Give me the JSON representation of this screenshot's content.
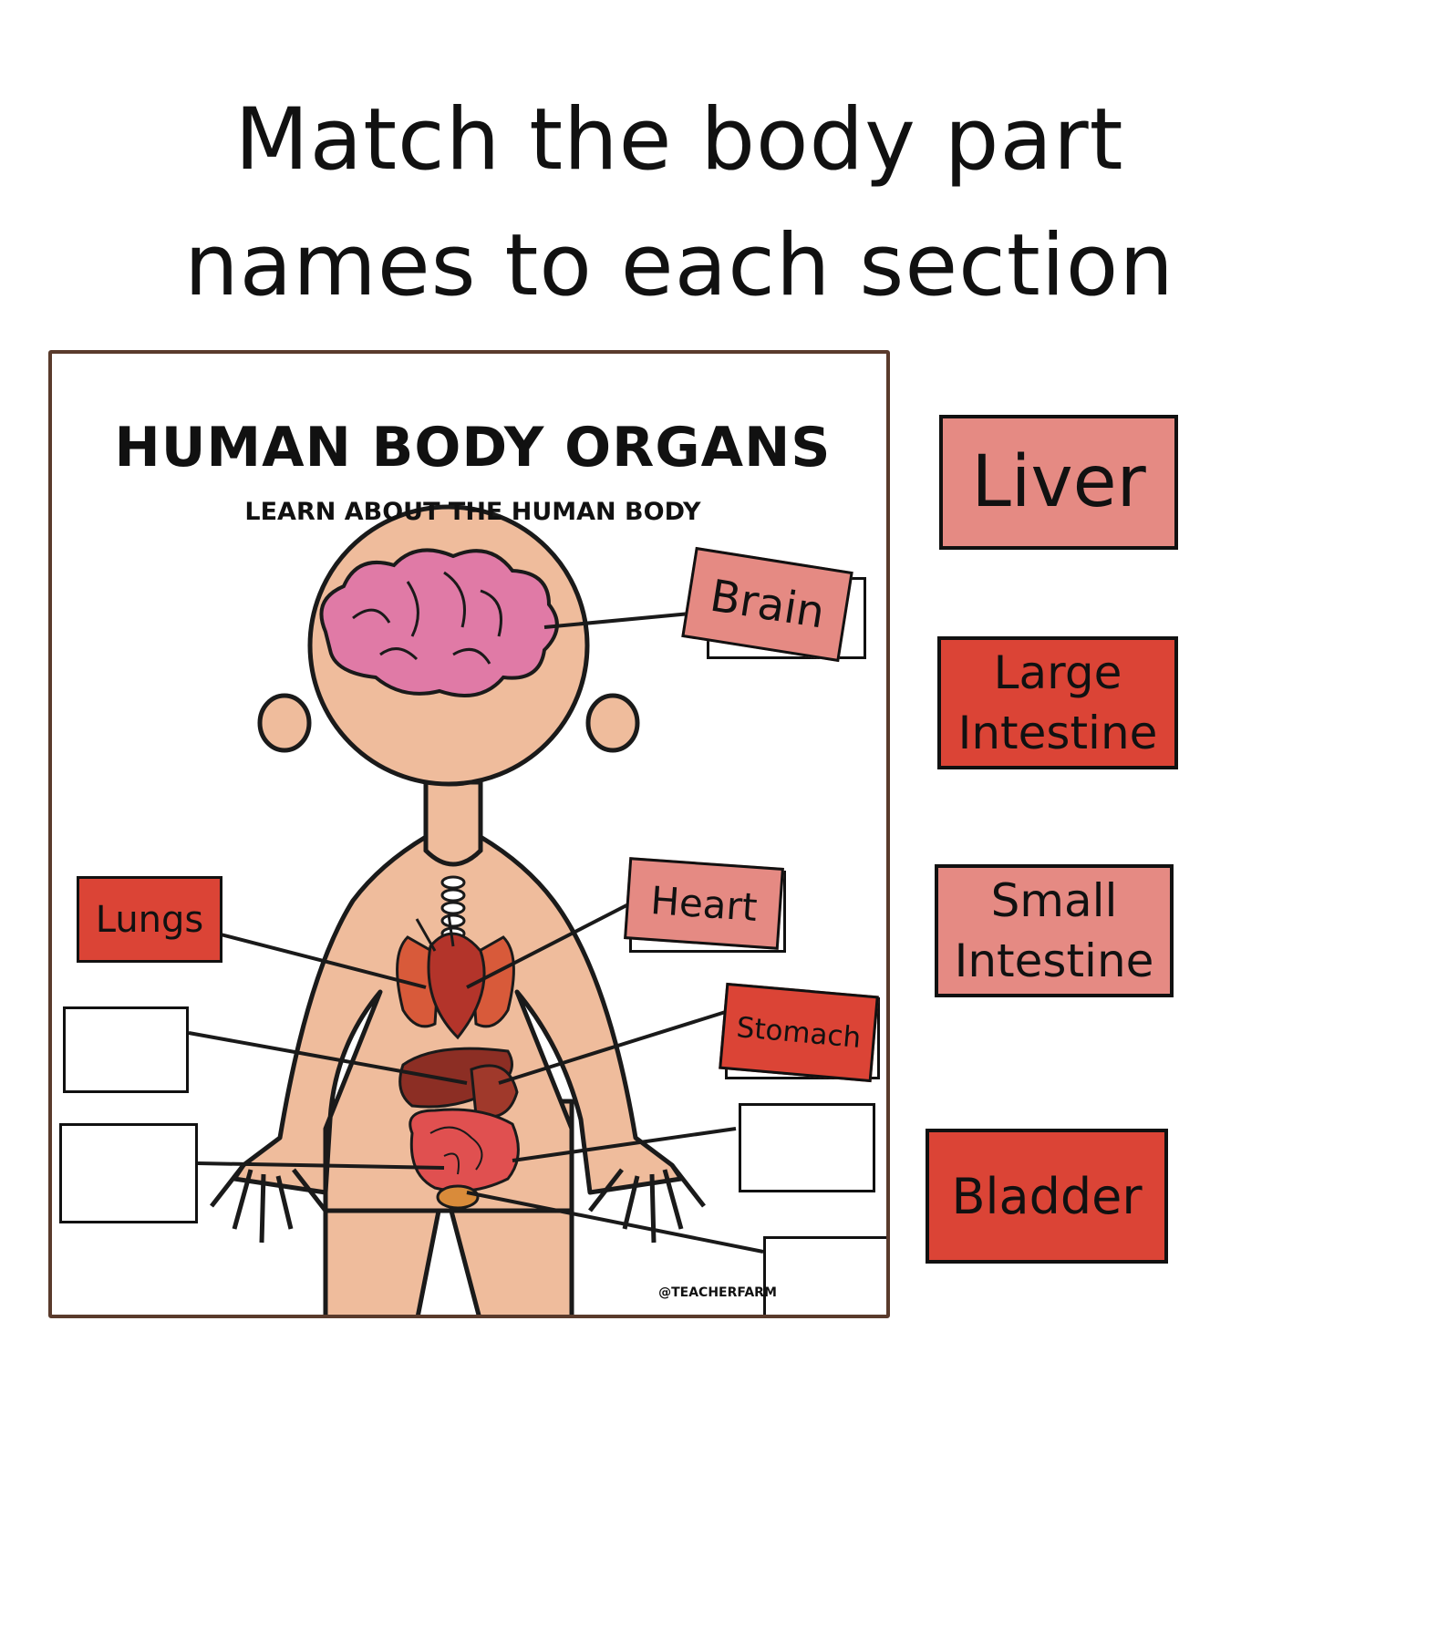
{
  "instruction": {
    "line1": "Match the body part",
    "line2": "names to each section"
  },
  "worksheet": {
    "title": "HUMAN BODY ORGANS",
    "subtitle": "LEARN ABOUT THE HUMAN BODY",
    "credit": "@TEACHERFARM",
    "placed_labels": {
      "brain": "Brain",
      "heart": "Heart",
      "lungs": "Lungs",
      "stomach": "Stomach"
    }
  },
  "word_bank": {
    "liver": "Liver",
    "large_intestine_1": "Large",
    "large_intestine_2": "Intestine",
    "small_intestine_1": "Small",
    "small_intestine_2": "Intestine",
    "bladder": "Bladder"
  },
  "colors": {
    "tile_pink": "#e58a83",
    "tile_red": "#db4436",
    "skin": "#efbc9c",
    "brain": "#e07aa6",
    "frame": "#5a3b2c"
  }
}
